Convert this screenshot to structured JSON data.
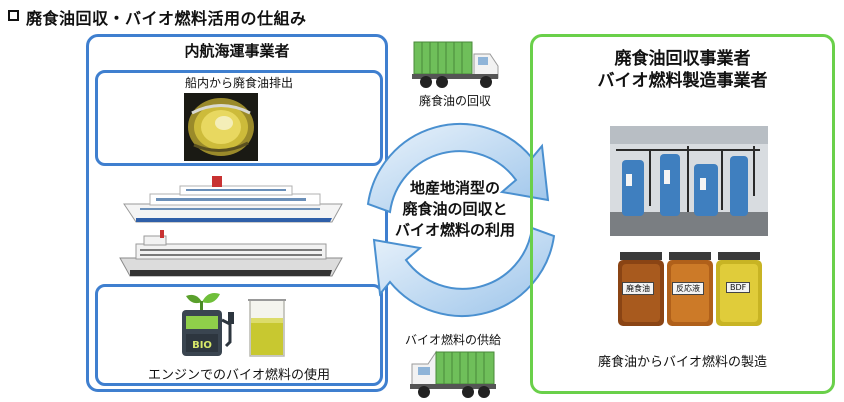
{
  "title": "廃食油回収・バイオ燃料活用の仕組み",
  "left_panel": {
    "heading": "内航海運事業者",
    "top_caption": "船内から廃食油排出",
    "bottom_caption": "エンジンでのバイオ燃料の使用",
    "bio_pump_label": "BIO"
  },
  "center": {
    "cycle_text": [
      "地産地消型の",
      "廃食油の回収と",
      "バイオ燃料の利用"
    ],
    "top_truck_label": "廃食油の回収",
    "bottom_truck_label": "バイオ燃料の供給"
  },
  "right_panel": {
    "heading_line1": "廃食油回収事業者",
    "heading_line2": "バイオ燃料製造事業者",
    "caption": "廃食油からバイオ燃料の製造",
    "jars": [
      "廃食油",
      "反応液",
      "BDF"
    ]
  },
  "colors": {
    "left_border": "#3f7fcf",
    "right_border": "#6ad04a",
    "cycle_arrow": "#4a90d0",
    "truck_container": "#6fbf5a"
  }
}
